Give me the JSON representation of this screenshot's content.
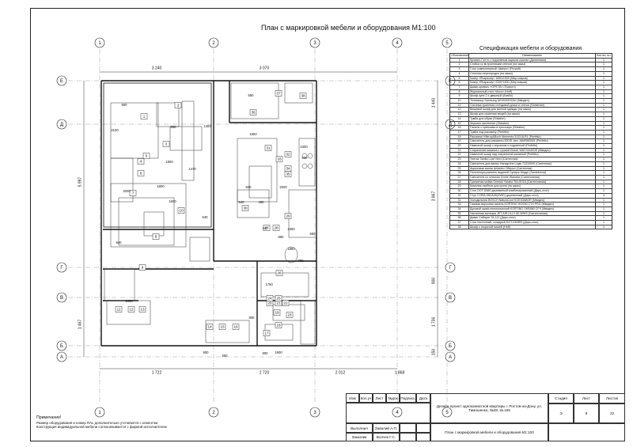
{
  "title": "План с маркировкой мебели и оборудования М1:100",
  "axes": {
    "columns": [
      "1",
      "2",
      "3",
      "4",
      "5"
    ],
    "rows": [
      "Е",
      "Д",
      "Г",
      "В",
      "Б",
      "А"
    ]
  },
  "dimensions": {
    "top": [
      "3 240",
      "3 070"
    ],
    "bottom": [
      "1 722",
      "2 720",
      "2 012",
      "1 868"
    ],
    "left": [
      "5 997",
      "1 467"
    ],
    "right": [
      "1 440",
      "3 867",
      "900",
      "1 736",
      "150"
    ]
  },
  "room_labels": [
    "1",
    "2",
    "3",
    "4",
    "5",
    "6",
    "7",
    "8",
    "9",
    "10",
    "11",
    "12",
    "13",
    "14",
    "15",
    "16",
    "17",
    "18",
    "19",
    "20",
    "21",
    "22",
    "23",
    "24",
    "25",
    "26",
    "27",
    "28",
    "29",
    "30",
    "31",
    "32",
    "33",
    "34",
    "35",
    "36",
    "37",
    "38"
  ],
  "plan_dims": [
    "900",
    "2100",
    "1400",
    "500",
    "1600",
    "2000",
    "840",
    "1800",
    "1470",
    "540",
    "1050",
    "900",
    "1750",
    "650",
    "550",
    "1880",
    "1900",
    "800",
    "1550",
    "2300",
    "600",
    "2000",
    "840",
    "450",
    "340",
    "1650",
    "860",
    "650",
    "780",
    "800",
    "600",
    "1800"
  ],
  "spec": {
    "heading": "Спецификация мебели и оборудования",
    "headers": [
      "Обозначение",
      "Наименование",
      "Кол-во, шт"
    ],
    "rows": [
      [
        "1",
        "Кровать Гэлтэ с подъемным ящиком каштан (Данилевия)",
        "1"
      ],
      [
        "2",
        "Стойка со встроенными стелом (на заказ)",
        "1"
      ],
      [
        "3",
        "Стул компьютерный «Аверо» (Рогрей)",
        "1"
      ],
      [
        "4",
        "Стеллаж-перегородка (на заказ)",
        "1"
      ],
      [
        "5",
        "Ковер «Rhapsody» 1650х1500 (Мир ковров)",
        "1"
      ],
      [
        "6",
        "Ковер «Rhapsody» 2200*1900 (Мир ковров)",
        "1"
      ],
      [
        "7",
        "Диван-кровать «ОРЕТА» (Пуфото)",
        "1"
      ],
      [
        "8",
        "Журнальный стол «Ассо» (Hoff)",
        "1"
      ],
      [
        "9",
        "Шкаф-купе 2-х дверный (Анаби)",
        "1"
      ],
      [
        "10",
        "Телевизор Samsung UE49J5202AU (Мвидео)",
        "1"
      ],
      [
        "11",
        "Система хранения стендовой доски и стенок (Stolstroke)",
        "1"
      ],
      [
        "12",
        "Вещевой шкаф для винной одежды (на заказ)",
        "1"
      ],
      [
        "13",
        "Шкаф для хранения вещей (на заказ)",
        "1"
      ],
      [
        "14",
        "Тумба для обуви (Shkafon)",
        "1"
      ],
      [
        "15",
        "Зеркало настенное (Shkafon)",
        "1"
      ],
      [
        "16",
        "Панель с крючками в прихожую (Shkafon)",
        "1"
      ],
      [
        "17",
        "Тумба под раковину (Perfetto)",
        "1"
      ],
      [
        "18",
        "Раковина Villeroy&Boch Memento 5133 6LR1 (Perfetto)",
        "1"
      ],
      [
        "19",
        "Смеситель для раковины IDDIS Jarx JAMSB00i01 (Perfetto)",
        "1"
      ],
      [
        "20",
        "Навесной шкаф с зеркалом и подсветкой (Perfetto)",
        "1"
      ],
      [
        "21",
        "Стиральная машина с сушкой Bosch WAT24440OE (Мвидео)",
        "1"
      ],
      [
        "22",
        "Навесной шкаф над стиральной машиной (Perfetto)",
        "1"
      ],
      [
        "23",
        "Унитаз Sanita Luxe Next (Сантехник)",
        "1"
      ],
      [
        "24",
        "Смеситель для ванны Hansgrohe Logis 71310000 (Сантехник)",
        "1"
      ],
      [
        "25",
        "Акриловая ванна Aelantex Оберон (Сантехник)",
        "1"
      ],
      [
        "26",
        "Полотенцесушитель водяной Сунерж Модус (Santekrena)",
        "1"
      ],
      [
        "27",
        "Смеситель со стеклом Grohe Wanada (Сантехлиния)",
        "1"
      ],
      [
        "28",
        "Гранитная мойка Gressin Yarabo 78-LIEGA (Сантехлиния)",
        "1"
      ],
      [
        "29",
        "Комплект мебели для кухни (на заказ)",
        "1"
      ],
      [
        "30",
        "Стол DOT-D580 деревянный комбинированный (Дарь-стол)",
        "1"
      ],
      [
        "31",
        "Стул CORA-3N2A28(GWD) деревянный (Дарь-стол)",
        "4"
      ],
      [
        "32",
        "Холодильник BOSCH NaturaCool KGE39AW2R (Мвидео)",
        "1"
      ],
      [
        "33",
        "Газовая варочная панель KORTING HGS50 CTX PRO (Мвидео)",
        "1"
      ],
      [
        "34",
        "Духовой шкаф электрический KORTING OKB560 CFX (Мвидео)",
        "1"
      ],
      [
        "35",
        "Настенная вытяжка JET AIR LILLY 60 WHIS (Сантехлиния)",
        "1"
      ],
      [
        "36",
        "Диван Сабарит 34-111 (Дарь-стол)",
        "1"
      ],
      [
        "37",
        "Стол настенный, складной DOT-D53RR (Дарь-стол)",
        "1"
      ],
      [
        "38",
        "Шкаф с открытой нишей (Hoff)",
        "1"
      ]
    ]
  },
  "title_block": {
    "cols": [
      "Изм",
      "Кол.уч",
      "Лист",
      "№док",
      "Подпись",
      "Дата"
    ],
    "project": "Дизайн-проект однокомнатной квартиры г. Ростов-на-Дону, ул. Тимошенко, №28, кв.155",
    "stage_h": "Стадия",
    "sheet_h": "Лист",
    "sheets_h": "Листов",
    "stage": "Э",
    "sheet": "8",
    "sheets": "22",
    "drawing": "План с маркировкой мебели и оборудования М1:100",
    "role1": "Выполнил",
    "name1": "Завалий А.П.",
    "role2": "Заказчик",
    "name2": "Волчек Г.С."
  },
  "note": {
    "title": "Примечание!",
    "lines": [
      "Размер оборудования и номер RAL дополнительно уточняются с клиентом",
      "Конструкция индивидуальной мебели согласовывается с фирмой исполнителем"
    ]
  }
}
